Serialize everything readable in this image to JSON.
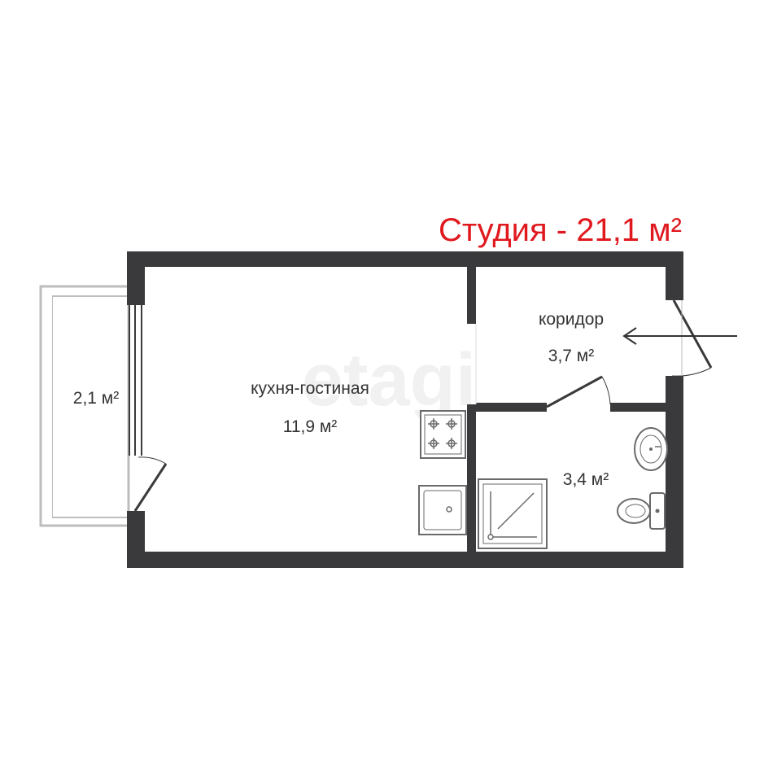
{
  "plan": {
    "title": "Студия - 21,1 м²",
    "rooms": [
      {
        "id": "living",
        "name": "кухня-гостиная",
        "area": "11,9 м²"
      },
      {
        "id": "corridor",
        "name": "коридор",
        "area": "3,7 м²"
      },
      {
        "id": "bathroom",
        "name": "",
        "area": "3,4 м²"
      },
      {
        "id": "balcony",
        "name": "",
        "area": "2,1 м²"
      }
    ],
    "watermark": "etagi",
    "colors": {
      "wall": "#3a3a3c",
      "title": "#e0191f",
      "text": "#333333"
    },
    "icons": [
      "stove-icon",
      "sink-icon",
      "shower-icon",
      "washbasin-icon",
      "toilet-icon",
      "entrance-arrow-icon"
    ]
  }
}
